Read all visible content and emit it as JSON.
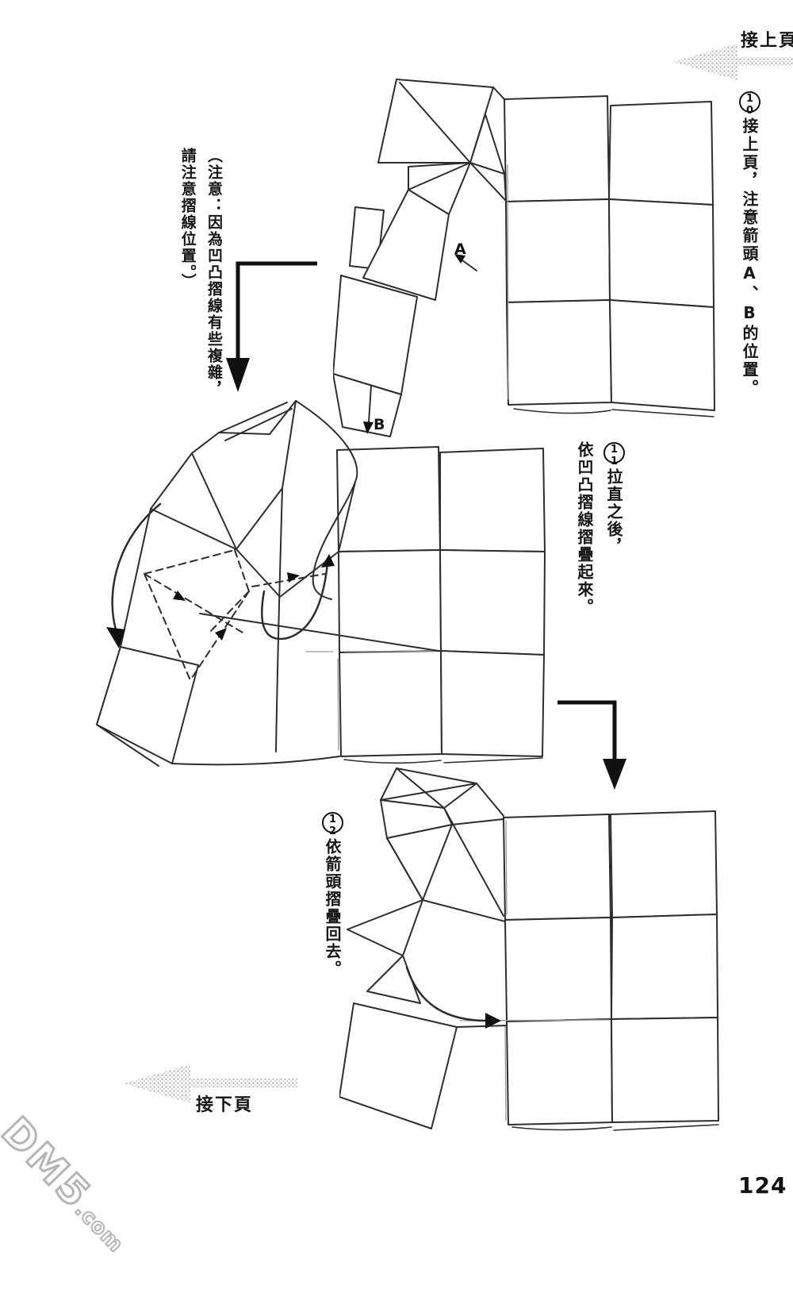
{
  "page": {
    "number": "124"
  },
  "colors": {
    "line": "#2d2d2d",
    "text": "#161616",
    "halftone": "#b9b9b9",
    "watermark": "#b5b5b5"
  },
  "nav": {
    "top_right_label": "接上頁",
    "bottom_left_label": "接下頁"
  },
  "side_note": {
    "column_1": "（注意：因為凹凸摺線有些複雜，",
    "column_2": "請注意摺線位置。）"
  },
  "steps": [
    {
      "num": "10",
      "column_1": "接上頁，注意箭頭A、B的位置。"
    },
    {
      "num": "11",
      "column_1": "拉直之後，",
      "column_2": "依凹凸摺線摺疊起來。"
    },
    {
      "num": "12",
      "column_1": "依箭頭摺疊回去。"
    }
  ],
  "fold_labels": {
    "a": "A",
    "b": "B"
  },
  "watermark": {
    "main": "DM5",
    "suffix": ".com"
  }
}
